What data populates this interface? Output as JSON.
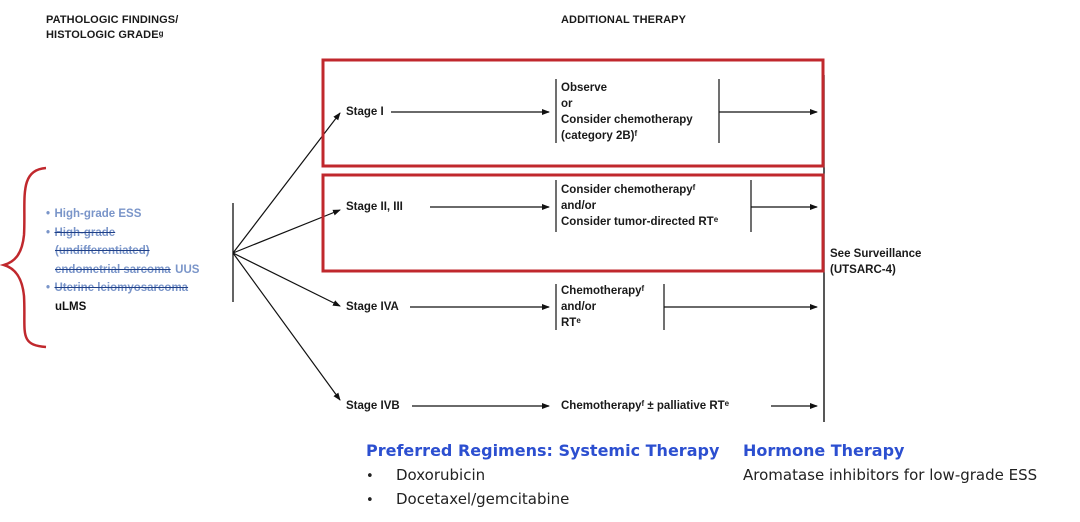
{
  "headers": {
    "pathologic_line1": "PATHOLOGIC FINDINGS/",
    "pathologic_line2": "HISTOLOGIC GRADE",
    "pathologic_sup": "g",
    "additional_therapy": "ADDITIONAL THERAPY"
  },
  "findings": {
    "item1": "High-grade ESS",
    "item2_line1": "High-grade",
    "item2_line2": "(undifferentiated)",
    "item2_line3": "endometrial sarcoma",
    "item2_new": "UUS",
    "item3": "Uterine leiomyosarcoma",
    "item3_new": "uLMS",
    "bullet": "•"
  },
  "stages": {
    "stage1": "Stage I",
    "stage2": "Stage II, III",
    "stage4a": "Stage IVA",
    "stage4b": "Stage IVB"
  },
  "therapy": {
    "s1_line1": "Observe",
    "s1_line2": "or",
    "s1_line3": "Consider chemotherapy",
    "s1_line4": "(category 2B)",
    "s1_sup": "f",
    "s2_line1": "Consider chemotherapy",
    "s2_line1_sup": "f",
    "s2_line2": "and/or",
    "s2_line3": "Consider tumor-directed RT",
    "s2_line3_sup": "e",
    "s4a_line1": "Chemotherapy",
    "s4a_line1_sup": "f",
    "s4a_line2": "and/or",
    "s4a_line3": "RT",
    "s4a_line3_sup": "e",
    "s4b_part1": "Chemotherapy",
    "s4b_sup1": "f",
    "s4b_part2": " ± palliative RT",
    "s4b_sup2": "e"
  },
  "surveillance": {
    "line1": "See Surveillance",
    "line2": "(UTSARC-4)"
  },
  "bottom": {
    "preferred_title": "Preferred Regimens: Systemic Therapy",
    "bullet": "•",
    "regimens": [
      "Doxorubicin",
      "Docetaxel/gemcitabine"
    ],
    "hormone_title": "Hormone Therapy",
    "hormone_text": "Aromatase inhibitors for low-grade ESS"
  },
  "colors": {
    "highlight_box": "#c0282d",
    "brace": "#c0282d",
    "struck_text": "#7a95c9",
    "blue_heading": "#2c4fd0"
  }
}
